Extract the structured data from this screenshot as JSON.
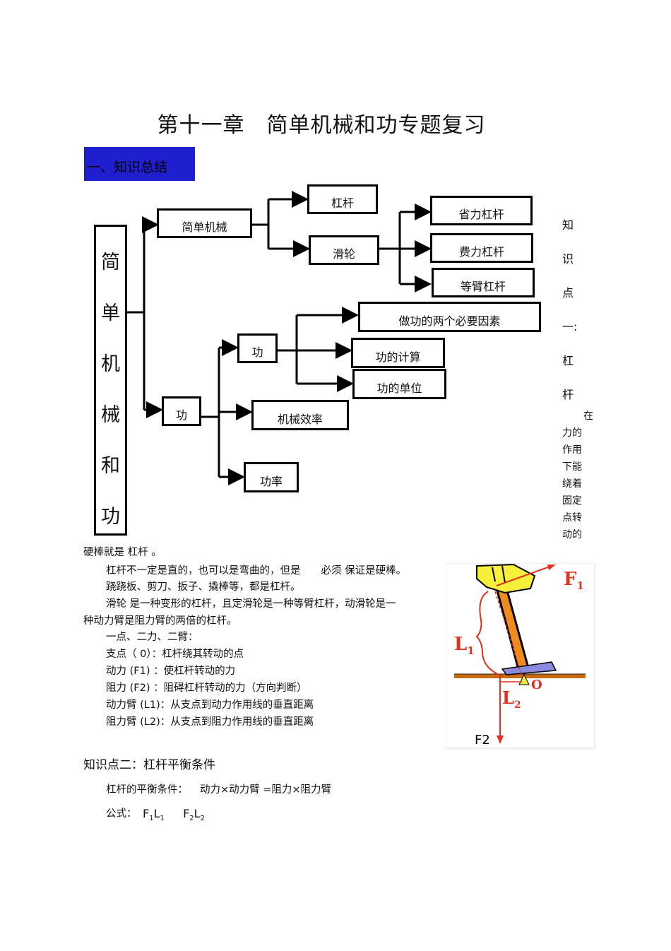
{
  "title": "第十一章　简单机械和功专题复习",
  "section_banner": "一、知识总结",
  "tree": {
    "root_chars": [
      "简",
      "单",
      "机",
      "械",
      "和",
      "功"
    ],
    "simple_machine": "简单机械",
    "lever": "杠杆",
    "pulley": "滑轮",
    "lever_types": [
      "省力杠杆",
      "费力杠杆",
      "等臂杠杆"
    ],
    "work_branch": "功",
    "work_node": "功",
    "work_items": [
      "做功的两个必要因素",
      "功的计算",
      "功的单位"
    ],
    "efficiency": "机械效率",
    "power": "功率"
  },
  "side_heading_chars": [
    "知",
    "识",
    "点",
    "一:",
    "杠",
    "杆"
  ],
  "side_text_lines": [
    "在",
    "力的",
    "作用",
    "下能",
    "绕着",
    "固定",
    "点转",
    "动的"
  ],
  "body": {
    "line1": "硬棒就是 杠杆 。",
    "line2": "杠杆不一定是直的，也可以是弯曲的，但是　　必须 保证是硬棒。",
    "line3": "跷跷板、剪刀、扳子、撬棒等，都是杠杆。",
    "line4": "滑轮 是一种变形的杠杆，且定滑轮是一种等臂杠杆，动滑轮是一",
    "line5": "种动力臂是阻力臂的两倍的杠杆。",
    "line6": "一点、二力、二臂：",
    "defs": [
      "支点（ 0）：杠杆绕其转动的点",
      "动力 (F1) ：使杠杆转动的力",
      "阻力 (F2) ：阻碍杠杆转动的力（方向判断）",
      "动力臂 (L1)：从支点到动力作用线的垂直距离",
      "阻力臂 (L2)：从支点到阻力作用线的垂直距离"
    ]
  },
  "figure": {
    "F1": "F",
    "F1_sub": "1",
    "L1": "L",
    "L1_sub": "1",
    "O": "O",
    "L2": "L",
    "L2_sub": "2",
    "F2": "F2"
  },
  "section2": {
    "heading": "知识点二：杠杆平衡条件",
    "condition_label": "杠杆的平衡条件：",
    "condition_text": "动力×动力臂 =阻力×阻力臂",
    "formula_label": "公式：",
    "formula_F1": "F",
    "formula_F1_sub": "1",
    "formula_L1": "L",
    "formula_L1_sub": "1",
    "formula_F2": "F",
    "formula_F2_sub": "2",
    "formula_L2": "L",
    "formula_L2_sub": "2"
  }
}
